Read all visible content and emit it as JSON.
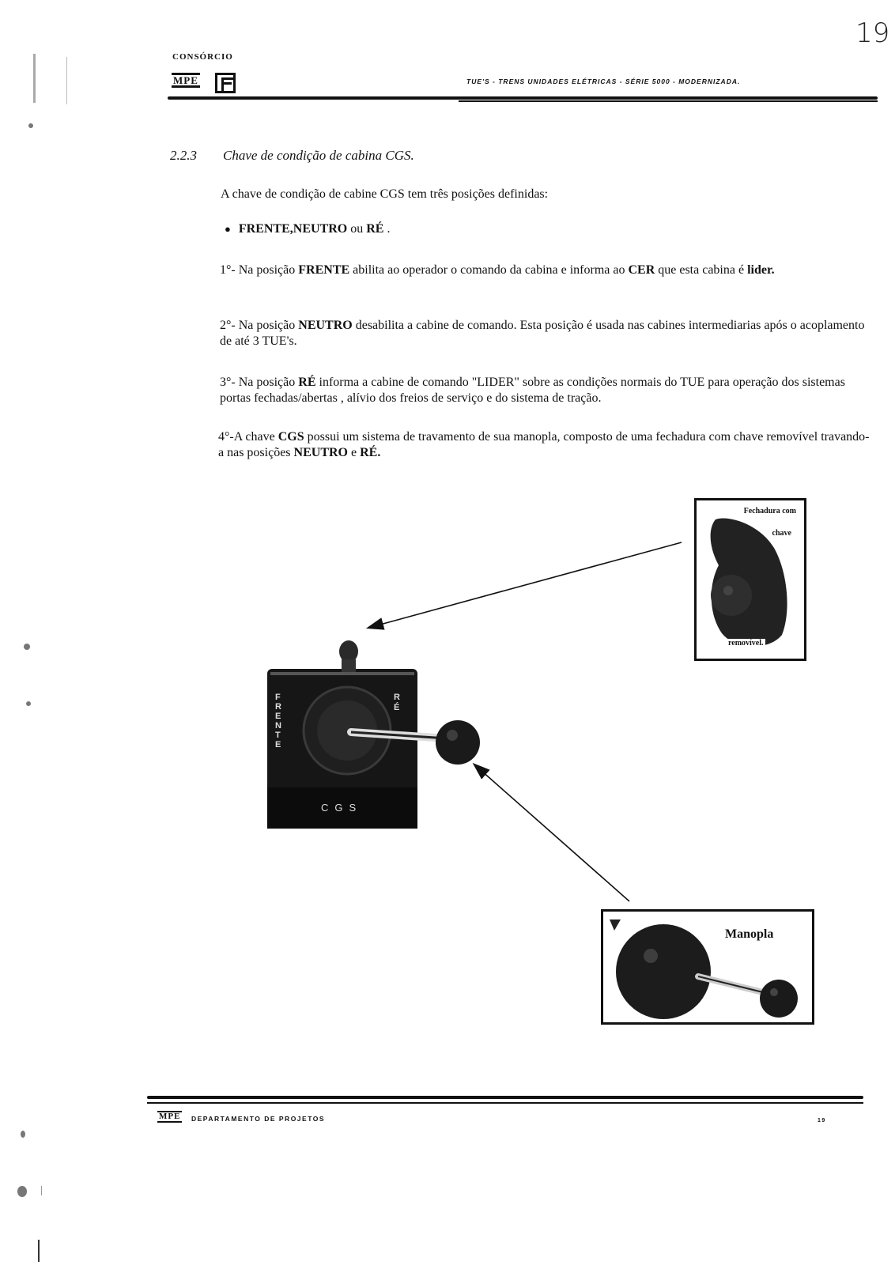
{
  "page_number_handwritten": "19",
  "header": {
    "consortium_label": "CONSÓRCIO",
    "logo_mpe": "MPE",
    "title": "TUE'S - TRENS UNIDADES ELÉTRICAS - SÉRIE 5000 - MODERNIZADA."
  },
  "section": {
    "number": "2.2.3",
    "title": "Chave de condição de cabina CGS."
  },
  "intro": "A chave de condição de cabine CGS tem três posições definidas:",
  "bullet": {
    "part1": "FRENTE,NEUTRO",
    "part2": " ou ",
    "part3": "RÉ",
    "part4": " ."
  },
  "items": [
    {
      "t1": "1°- Na posição ",
      "b1": "FRENTE",
      "t2": " abilita ao operador o comando da cabina     e informa ao ",
      "b2": "CER",
      "t3": " que esta cabina é ",
      "b3": "lider.",
      "t4": ""
    },
    {
      "t1": "2°- Na posição ",
      "b1": "NEUTRO",
      "t2": " desabilita a cabine de comando. Esta posição é usada nas cabines intermediarias após o acoplamento de até 3 TUE's.",
      "b2": "",
      "t3": "",
      "b3": "",
      "t4": ""
    },
    {
      "t1": "3°- Na posição ",
      "b1": "RÉ",
      "t2": " informa a cabine de comando \"LIDER\" sobre as   condições normais   do TUE    para operação dos sistemas portas fechadas/abertas , alívio dos freios de serviço e do sistema de tração.",
      "b2": "",
      "t3": "",
      "b3": "",
      "t4": ""
    },
    {
      "t1": "4°-A chave ",
      "b1": "CGS",
      "t2": " possui um    sistema de    travamento    de sua manopla, composto de uma fechadura com chave removível travando-a nas posições ",
      "b2": "NEUTRO",
      "t3": " e ",
      "b3": "RÉ.",
      "t4": ""
    }
  ],
  "figure": {
    "switch_label": "CGS",
    "switch_left_letters": "FRENTE",
    "switch_right_letters": "RÉ",
    "callout_lock": {
      "line1": "Fechadura com",
      "line2": "chave",
      "line3": "removível."
    },
    "callout_handle": "Manopla"
  },
  "footer": {
    "logo": "MPE",
    "dept": "DEPARTAMENTO DE PROJETOS",
    "page": "19"
  }
}
